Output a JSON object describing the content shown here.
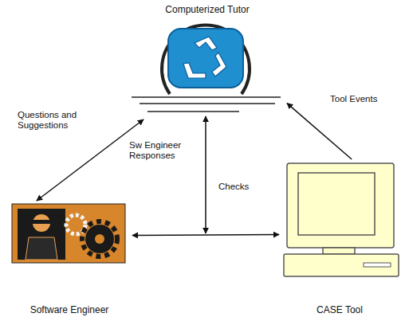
{
  "diagram": {
    "nodes": [
      {
        "text": [
          "Computerized Tutor"
        ]
      },
      {
        "text": [
          "Software Engineer"
        ]
      },
      {
        "text": [
          "CASE Tool"
        ]
      }
    ],
    "edges": [
      {
        "from": 0,
        "to": 1,
        "arrow": "both"
      },
      {
        "from": 2,
        "to": 0,
        "arrow": "to"
      },
      {
        "from": 1,
        "to": 2,
        "arrow": "both"
      }
    ],
    "labels": [
      "Questions and Suggestions",
      "Sw Engineer Responses",
      "Tool Events",
      "Checks"
    ]
  }
}
